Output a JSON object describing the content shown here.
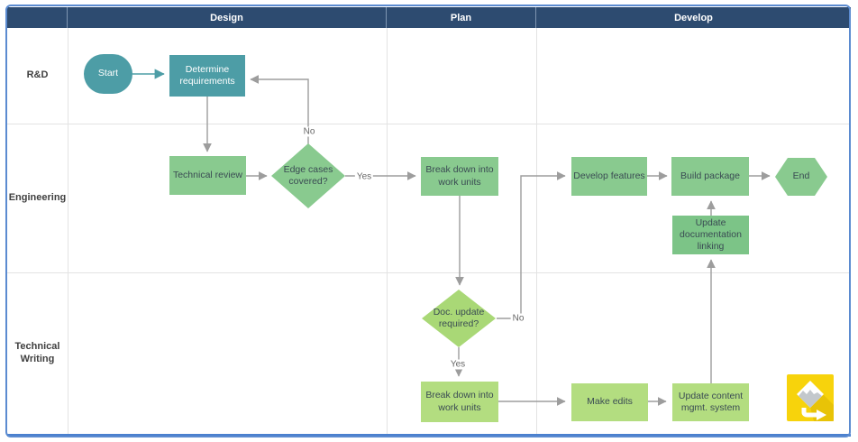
{
  "diagram": {
    "type": "swimlane-flowchart",
    "phases": [
      {
        "label": "Design"
      },
      {
        "label": "Plan"
      },
      {
        "label": "Develop"
      }
    ],
    "lanes": [
      {
        "label": "R&D"
      },
      {
        "label": "Engineering"
      },
      {
        "label": "Technical Writing"
      }
    ],
    "nodes": {
      "start": {
        "label": "Start",
        "shape": "stadium",
        "lane": "R&D",
        "phase": "Design"
      },
      "determine_requirements": {
        "label": "Determine requirements",
        "shape": "rect",
        "lane": "R&D",
        "phase": "Design"
      },
      "technical_review": {
        "label": "Technical review",
        "shape": "rect",
        "lane": "Engineering",
        "phase": "Design"
      },
      "edge_cases": {
        "label": "Edge cases covered?",
        "shape": "diamond",
        "lane": "Engineering",
        "phase": "Design"
      },
      "breakdown_eng": {
        "label": "Break down into work units",
        "shape": "rect",
        "lane": "Engineering",
        "phase": "Plan"
      },
      "develop_features": {
        "label": "Develop features",
        "shape": "rect",
        "lane": "Engineering",
        "phase": "Develop"
      },
      "build_package": {
        "label": "Build package",
        "shape": "rect",
        "lane": "Engineering",
        "phase": "Develop"
      },
      "end": {
        "label": "End",
        "shape": "hexagon",
        "lane": "Engineering",
        "phase": "Develop"
      },
      "update_doc_linking": {
        "label": "Update documentation linking",
        "shape": "rect",
        "lane": "Engineering",
        "phase": "Develop"
      },
      "doc_update_required": {
        "label": "Doc. update required?",
        "shape": "diamond",
        "lane": "Technical Writing",
        "phase": "Plan"
      },
      "breakdown_tw": {
        "label": "Break down into work units",
        "shape": "rect",
        "lane": "Technical Writing",
        "phase": "Plan"
      },
      "make_edits": {
        "label": "Make edits",
        "shape": "rect",
        "lane": "Technical Writing",
        "phase": "Develop"
      },
      "update_cms": {
        "label": "Update content mgmt. system",
        "shape": "rect",
        "lane": "Technical Writing",
        "phase": "Develop"
      }
    },
    "edge_labels": {
      "edge_cases_no": "No",
      "edge_cases_yes": "Yes",
      "doc_update_no": "No",
      "doc_update_yes": "Yes"
    },
    "colors": {
      "header_navy": "#2d4b70",
      "teal": "#4d9da6",
      "green": "#89ca8f",
      "green_dark": "#7cc487",
      "lime": "#b3dd80",
      "connector_gray": "#9d9d9d",
      "frame_blue": "#5b8bd0",
      "bottom_rule_blue": "#4a80cf",
      "logo_yellow": "#f7d30c"
    }
  }
}
